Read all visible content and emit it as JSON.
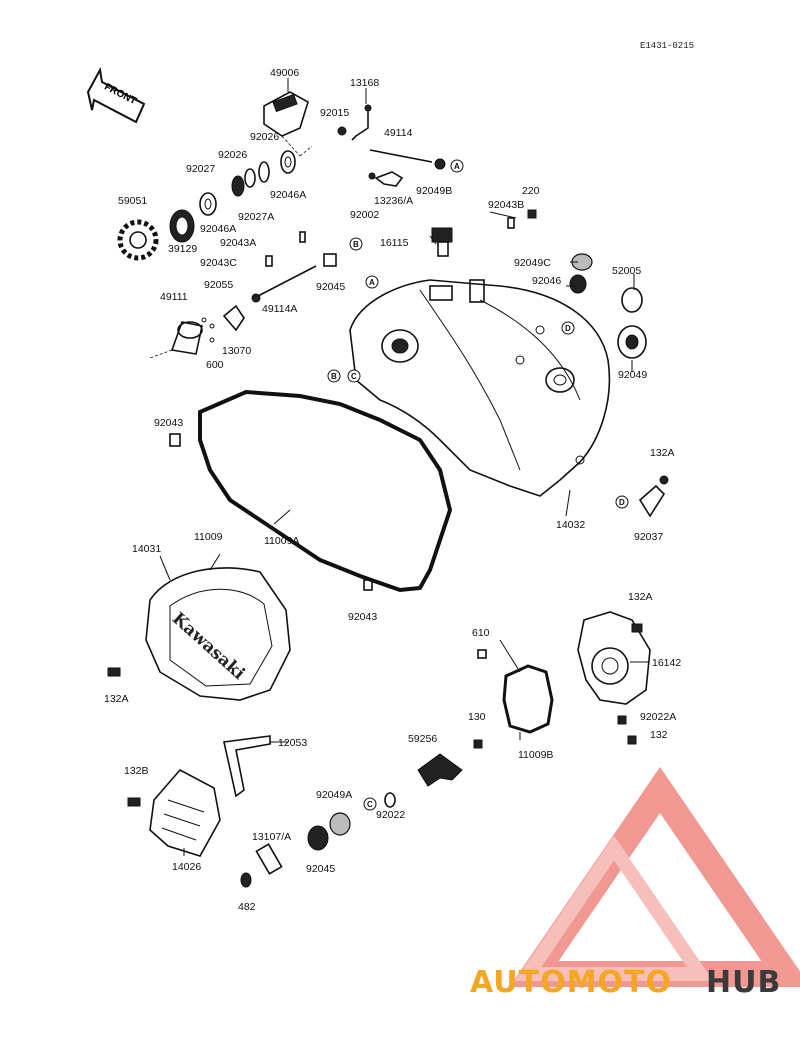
{
  "diagram_code": "E1431-0215",
  "front_arrow_label": "FRONT",
  "cover_brand": "Kawasaki",
  "watermark": {
    "part1": "AUTOMOTO",
    "part2": "HUB",
    "color_orange": "#f5a623",
    "color_red": "#e8453c",
    "color_dark": "#3a3a3a"
  },
  "ref_markers": [
    "A",
    "B",
    "C",
    "D"
  ],
  "parts": {
    "p49006": "49006",
    "p13168": "13168",
    "p92015": "92015",
    "p49114": "49114",
    "p92026a": "92026",
    "p92026b": "92026",
    "p92027": "92027",
    "p92046A": "92046A",
    "p92027A": "92027A",
    "p92046Ab": "92046A",
    "p92049B": "92049B",
    "p13236A": "13236/A",
    "p92002": "92002",
    "p220": "220",
    "p92043B": "92043B",
    "p59051": "59051",
    "p39129": "39129",
    "p92043A": "92043A",
    "p92043C": "92043C",
    "p16115": "16115",
    "p92045a": "92045",
    "p92049C": "92049C",
    "p92046": "92046",
    "p52005": "52005",
    "p49111": "49111",
    "p92055": "92055",
    "p49114A": "49114A",
    "p13070": "13070",
    "p600": "600",
    "p92049": "92049",
    "p92043a": "92043",
    "p132Aa": "132A",
    "p92037": "92037",
    "p14032": "14032",
    "p11009A": "11009A",
    "p14031": "14031",
    "p11009": "11009",
    "p92043b": "92043",
    "p132Ab": "132A",
    "p16142": "16142",
    "p610": "610",
    "p132Ac": "132A",
    "p92022A": "92022A",
    "p132": "132",
    "p130": "130",
    "p59256": "59256",
    "p12053": "12053",
    "p11009B": "11009B",
    "p132B": "132B",
    "p92049A": "92049A",
    "p92022": "92022",
    "p14026": "14026",
    "p13107A": "13107/A",
    "p92045b": "92045",
    "p482": "482"
  }
}
